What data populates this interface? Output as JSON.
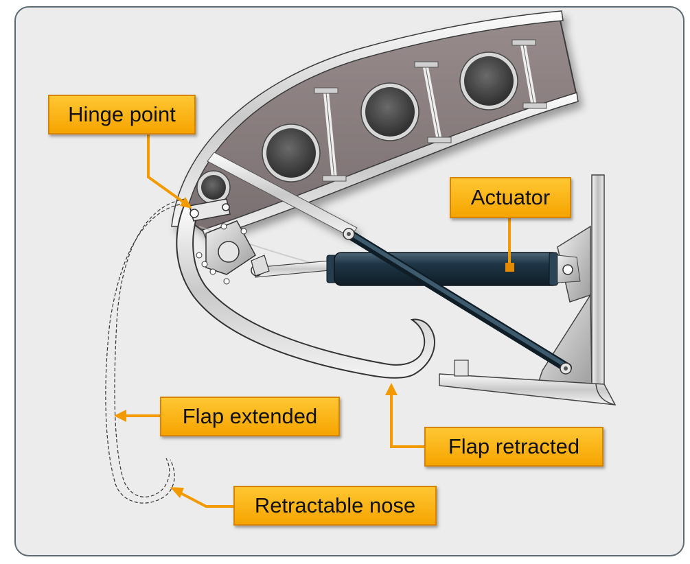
{
  "labels": {
    "hinge_point": "Hinge point",
    "actuator": "Actuator",
    "flap_extended": "Flap extended",
    "flap_retracted": "Flap retracted",
    "retractable_nose": "Retractable nose"
  },
  "colors": {
    "background": "#ececec",
    "frame_border": "#5d6b75",
    "callout_fill": "#f9ad11",
    "leader_line": "#f29a00",
    "wing_web": "#8a7f80",
    "actuator_body": "#1c3342"
  }
}
